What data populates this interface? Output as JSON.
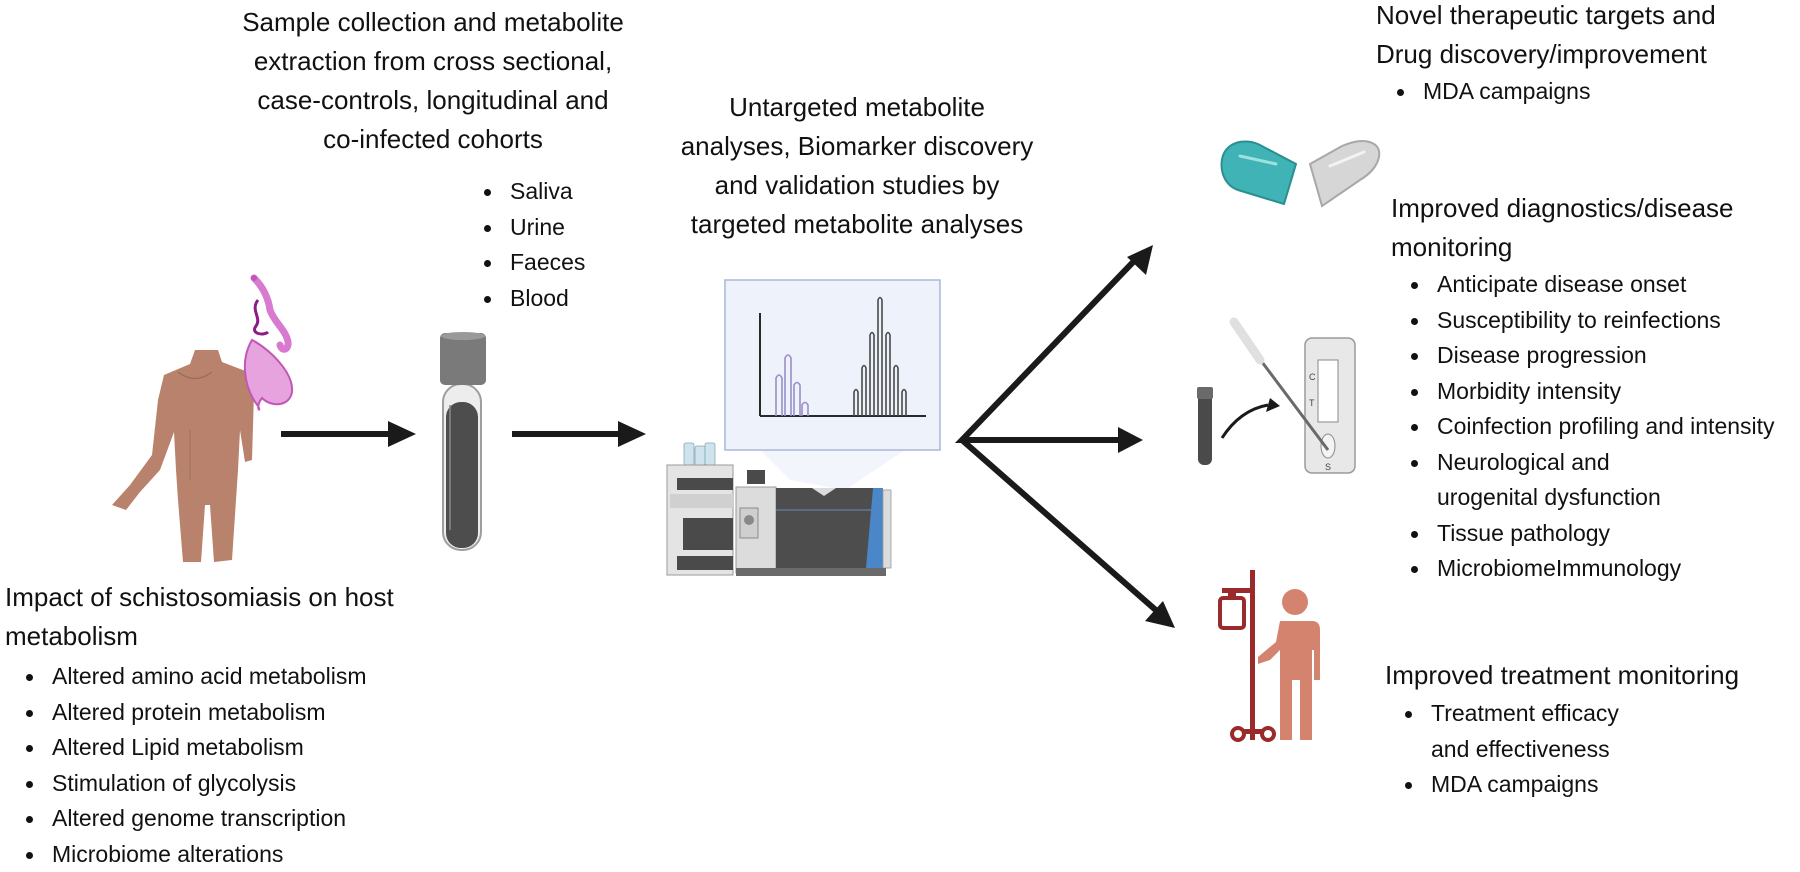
{
  "sample_collection": {
    "title_lines": [
      "Sample collection and metabolite",
      "extraction from cross sectional,",
      "case-controls, longitudinal and",
      "co-infected cohorts"
    ],
    "items": [
      "Saliva",
      "Urine",
      "Faeces",
      "Blood"
    ]
  },
  "metabolite_analysis": {
    "title_lines": [
      "Untargeted metabolite",
      "analyses, Biomarker discovery",
      "and validation studies by",
      "targeted metabolite analyses"
    ]
  },
  "host_impact": {
    "title_lines": [
      "Impact of schistosomiasis on host",
      "metabolism"
    ],
    "items": [
      "Altered amino acid metabolism",
      "Altered protein metabolism",
      "Altered Lipid metabolism",
      "Stimulation of glycolysis",
      "Altered genome transcription",
      "Microbiome alterations"
    ]
  },
  "drug_discovery": {
    "title_lines": [
      "Novel therapeutic targets and",
      "Drug discovery/improvement"
    ],
    "items": [
      "MDA campaigns"
    ]
  },
  "diagnostics": {
    "title_lines": [
      "Improved diagnostics/disease",
      "monitoring"
    ],
    "items": [
      "Anticipate disease onset",
      "Susceptibility to reinfections",
      "Disease progression",
      "Morbidity intensity",
      "Coinfection profiling and intensity",
      "Neurological and urogenital dysfunction",
      "Tissue pathology",
      "MicrobiomeImmunology"
    ]
  },
  "treatment": {
    "title_lines": [
      "Improved treatment monitoring"
    ],
    "items": [
      "Treatment efficacy and effectiveness",
      "MDA campaigns"
    ]
  },
  "test_cassette": {
    "labels": [
      "C",
      "T",
      "S"
    ]
  },
  "icons": [
    "human-body-icon",
    "schistosome-parasite-icon",
    "blood-tube-icon",
    "lc-ms-instrument-icon",
    "chromatogram-icon",
    "capsule-icon",
    "rapid-test-icon",
    "iv-drip-patient-icon",
    "arrow-icon"
  ],
  "colors": {
    "arrow": "#1a1a1a",
    "skin": "#b9826d",
    "parasite": "#d77ad0",
    "parasite_dark": "#8e1a86",
    "capsule_teal": "#3fb3b5",
    "capsule_gray": "#d6d6d6",
    "iv_stand": "#9b2a2a",
    "patient": "#d4836f",
    "chromatogram_box": "#eef2fb",
    "chromatogram_purple": "#9a8fc8",
    "ms_blue": "#4a86c8"
  }
}
